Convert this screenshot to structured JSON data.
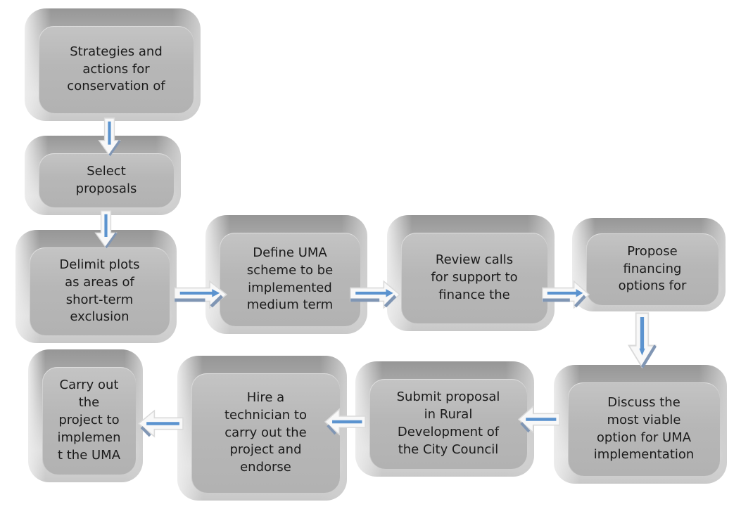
{
  "diagram": {
    "type": "flowchart",
    "background": "#ffffff",
    "colors": {
      "box_face": "#b5b5b5",
      "box_bevel_light": "#ececec",
      "box_bevel_dark": "#969696",
      "text": "#1b1b1b",
      "arrow_body": "#f8f8f8",
      "arrow_outline": "#dadada",
      "arrow_accent_blue": "#5b93cf",
      "arrow_shadow_slate": "#8096b4"
    }
  },
  "boxes": [
    {
      "id": "strategies",
      "text": "Strategies and\nactions for\nconservation of"
    },
    {
      "id": "select",
      "text": "Select\nproposals"
    },
    {
      "id": "delimit",
      "text": "Delimit plots\nas areas of\nshort-term\nexclusion"
    },
    {
      "id": "define-uma",
      "text": "Define UMA\nscheme to be\nimplemented\nmedium term"
    },
    {
      "id": "review-calls",
      "text": "Review calls\nfor support to\nfinance the"
    },
    {
      "id": "propose",
      "text": "Propose\nfinancing\noptions for"
    },
    {
      "id": "discuss",
      "text": "Discuss the\nmost viable\noption for UMA\nimplementation"
    },
    {
      "id": "submit",
      "text": "Submit proposal\nin Rural\nDevelopment of\nthe City Council"
    },
    {
      "id": "hire",
      "text": "Hire a\ntechnician to\ncarry out the\nproject and\nendorse"
    },
    {
      "id": "carry-out",
      "text": "Carry out\nthe\nproject to\nimplemen\nt the UMA"
    }
  ],
  "connectors": [
    {
      "from": "strategies",
      "to": "select",
      "direction": "down"
    },
    {
      "from": "select",
      "to": "delimit",
      "direction": "down"
    },
    {
      "from": "delimit",
      "to": "define-uma",
      "direction": "right"
    },
    {
      "from": "define-uma",
      "to": "review-calls",
      "direction": "right"
    },
    {
      "from": "review-calls",
      "to": "propose",
      "direction": "right"
    },
    {
      "from": "propose",
      "to": "discuss",
      "direction": "down"
    },
    {
      "from": "discuss",
      "to": "submit",
      "direction": "left"
    },
    {
      "from": "submit",
      "to": "hire",
      "direction": "left"
    },
    {
      "from": "hire",
      "to": "carry-out",
      "direction": "left"
    }
  ]
}
